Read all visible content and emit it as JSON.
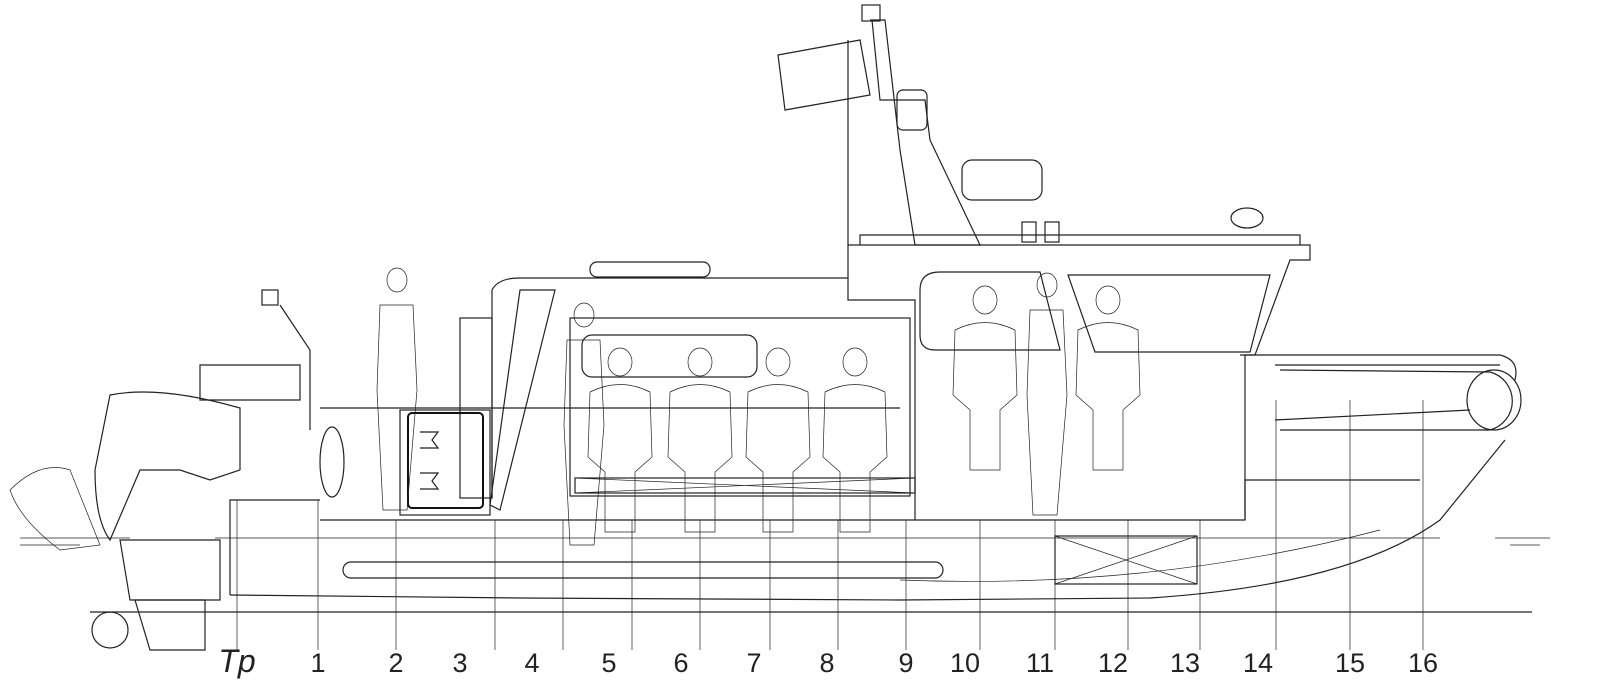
{
  "drawing": {
    "title_hidden": false,
    "stations": [
      {
        "label": "Tp",
        "italic": true
      },
      {
        "label": "1"
      },
      {
        "label": "2"
      },
      {
        "label": "3"
      },
      {
        "label": "4"
      },
      {
        "label": "5"
      },
      {
        "label": "6"
      },
      {
        "label": "7"
      },
      {
        "label": "8"
      },
      {
        "label": "9"
      },
      {
        "label": "10"
      },
      {
        "label": "11"
      },
      {
        "label": "12"
      },
      {
        "label": "13"
      },
      {
        "label": "14"
      },
      {
        "label": "15"
      },
      {
        "label": "16"
      }
    ],
    "line_color": "#222222"
  }
}
